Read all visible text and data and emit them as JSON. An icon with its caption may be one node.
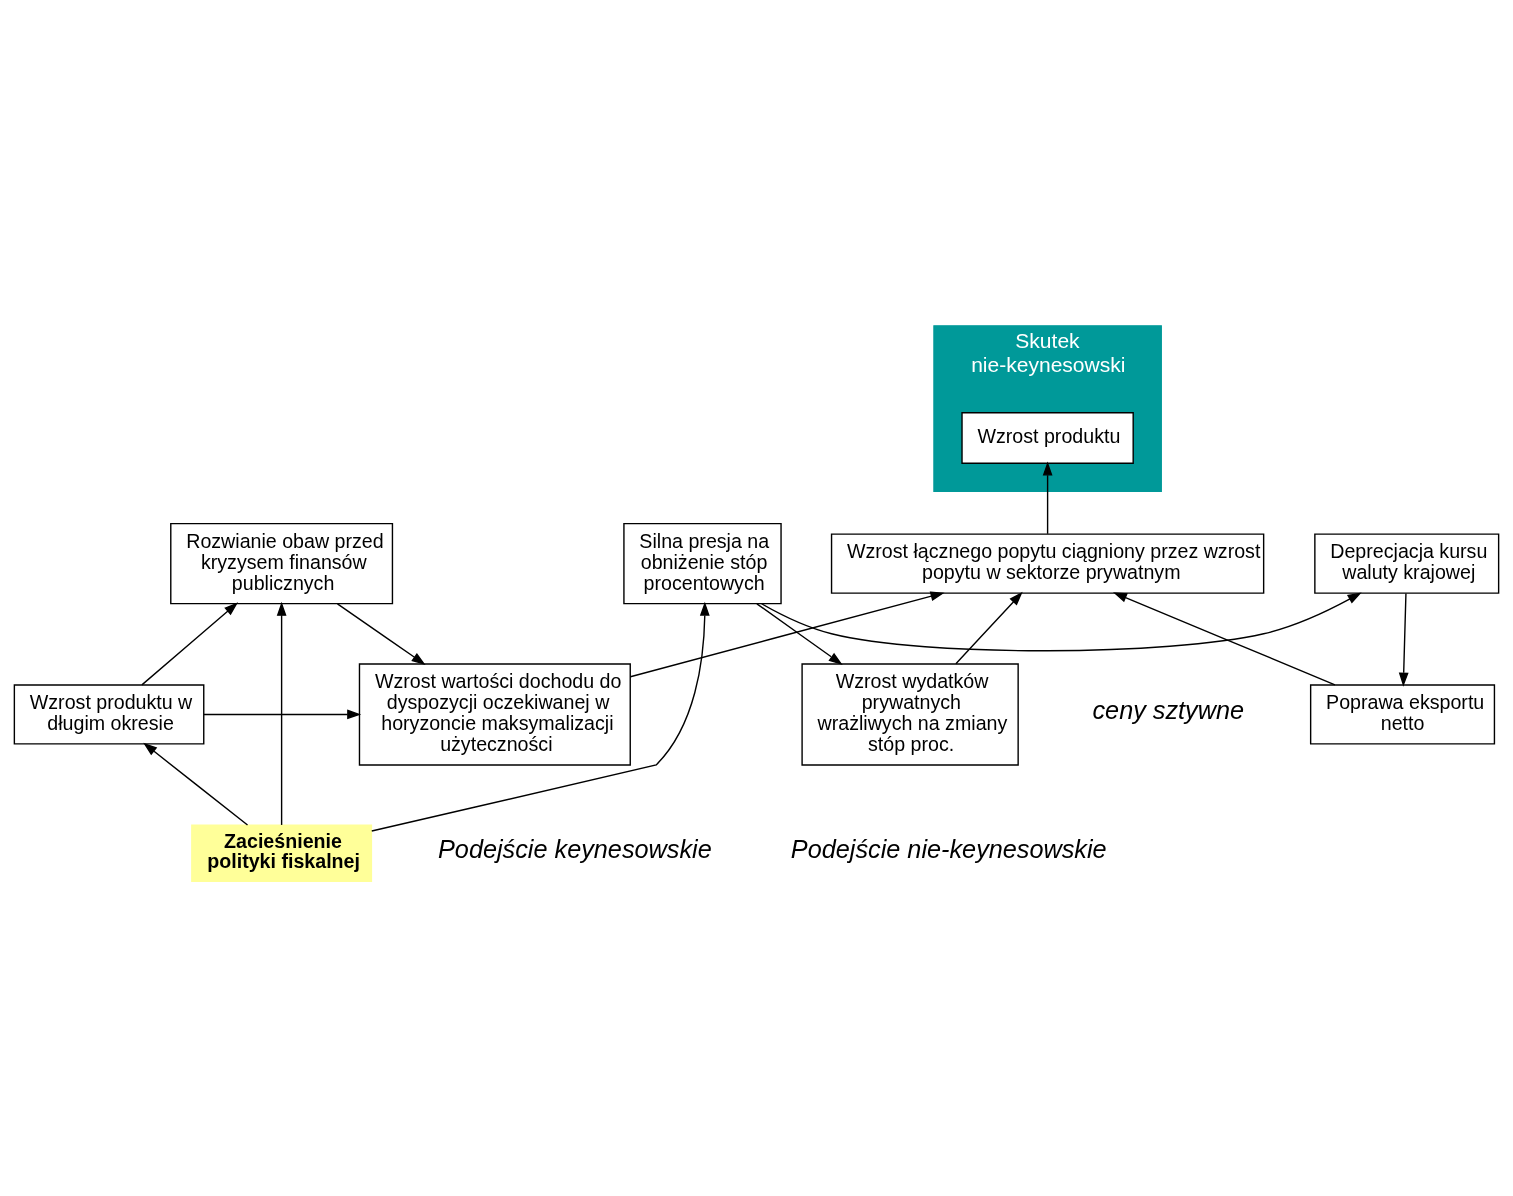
{
  "diagram": {
    "nodes": [
      {
        "text": [
          "Skutek nie-keynesowski"
        ]
      },
      {
        "text": [
          "Wzrost produktu"
        ],
        "in": 0
      },
      {
        "text": [
          "Wzrost łącznego popytu ciągniony przez wzrost popytu w sektorze prywatnym"
        ]
      },
      {
        "text": [
          "Poprawa eksportu netto"
        ]
      },
      {
        "text": [
          "Wzrost wydatków prywatnych wrażliwych na zmiany stóp proc."
        ]
      },
      {
        "text": [
          "Wzrost produktu w długim okresie"
        ]
      },
      {
        "text": [
          "Wzrost wartości dochodu do dyspozycji oczekiwanej w horyzoncie maksymalizacji użyteczności"
        ]
      },
      {
        "text": [
          "Deprecjacja kursu waluty krajowej"
        ]
      },
      {
        "text": [
          "Silna presja na obniżenie stóp procentowych"
        ]
      },
      {
        "text": [
          "Rozwianie obaw przed kryzysem finansów publicznych"
        ]
      },
      {
        "text": [
          "Zacieśnienie polityki fiskalnej"
        ]
      }
    ],
    "edges": [
      {
        "from": 2,
        "to": 1,
        "arrow": "to"
      },
      {
        "from": 3,
        "to": 2,
        "arrow": "to"
      },
      {
        "from": 4,
        "to": 2,
        "arrow": "to"
      },
      {
        "from": 6,
        "to": 2,
        "arrow": "to"
      },
      {
        "from": 5,
        "to": 6,
        "arrow": "to"
      },
      {
        "from": 7,
        "to": 3,
        "arrow": "to"
      },
      {
        "from": 8,
        "to": 4,
        "arrow": "to"
      },
      {
        "from": 8,
        "to": 7,
        "arrow": "to"
      },
      {
        "from": 5,
        "to": 9,
        "arrow": "to"
      },
      {
        "from": 9,
        "to": 6,
        "arrow": "to"
      },
      {
        "from": 10,
        "to": 5,
        "arrow": "to"
      },
      {
        "from": 10,
        "to": 9,
        "arrow": "to"
      },
      {
        "from": 10,
        "to": 8,
        "arrow": "to"
      }
    ],
    "labels": [
      "ceny sztywne",
      "Podejście keynesowskie",
      "Podejście nie-keynesowskie"
    ]
  }
}
